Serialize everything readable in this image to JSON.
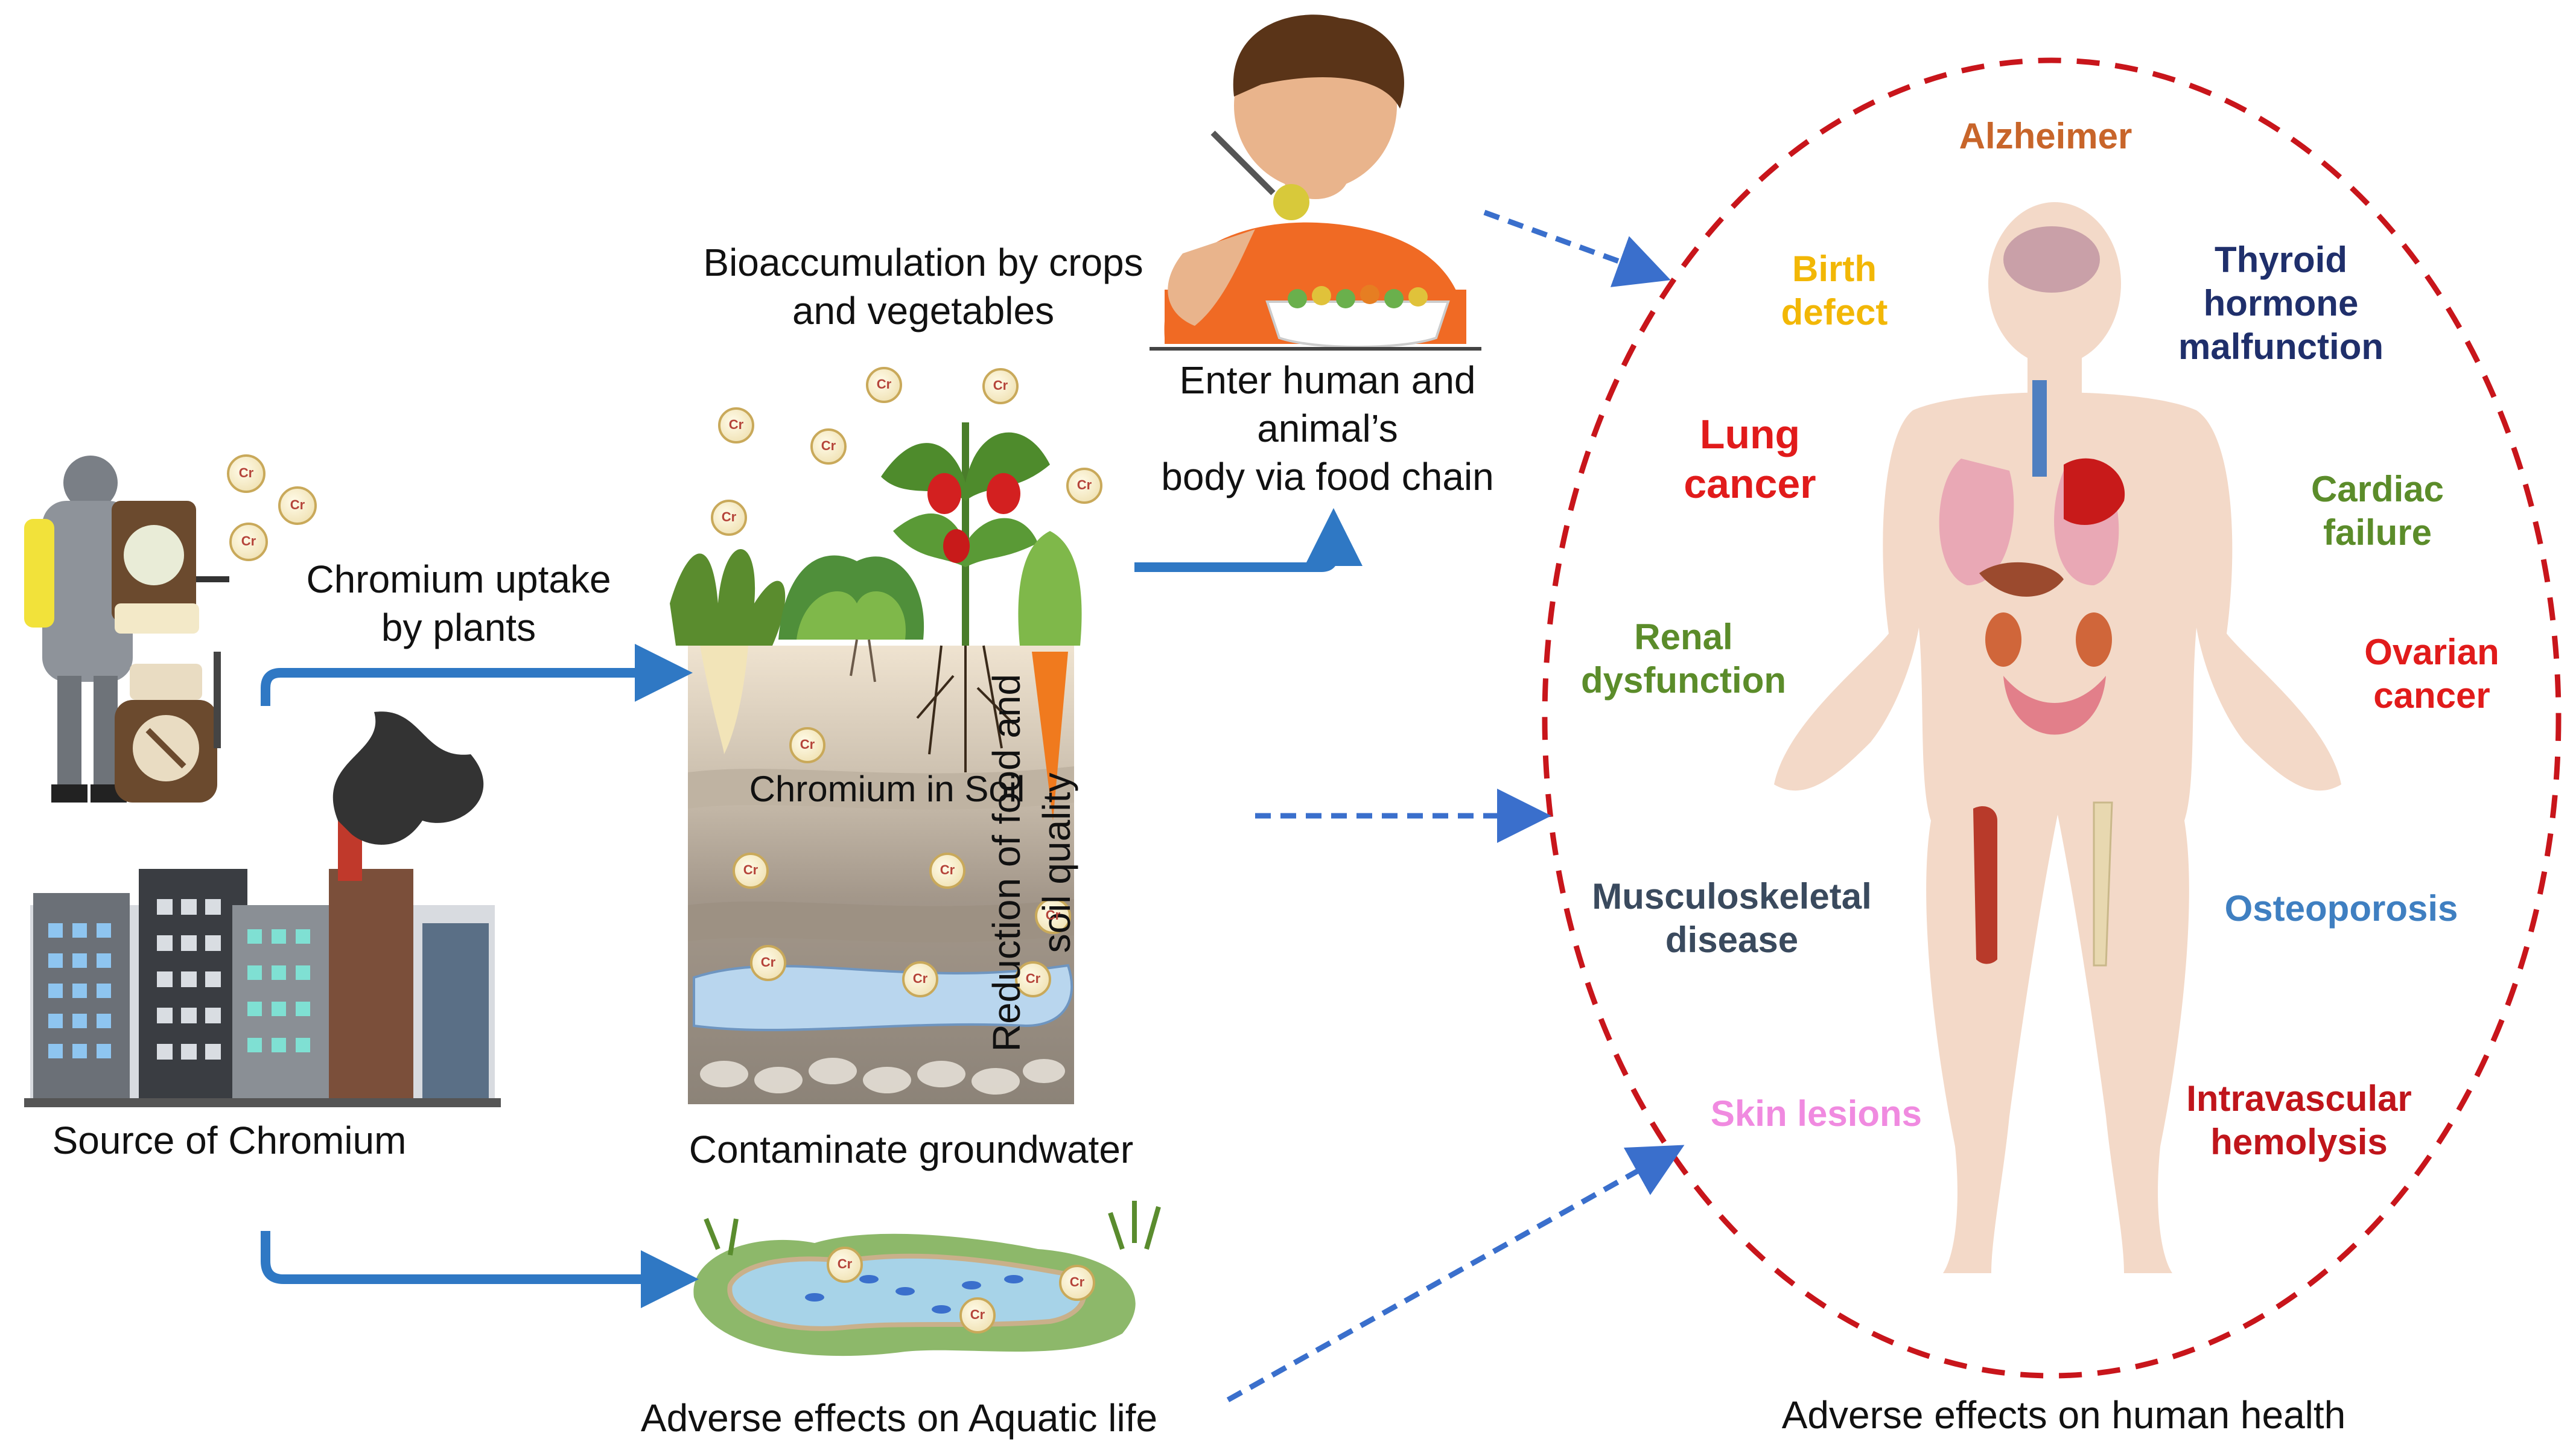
{
  "labels": {
    "bioaccumulation_line1": "Bioaccumulation by crops",
    "bioaccumulation_line2": "and vegetables",
    "enter_body_line1": "Enter human and",
    "enter_body_line2": "animal’s",
    "enter_body_line3": "body via food chain",
    "uptake_line1": "Chromium uptake",
    "uptake_line2": "by plants",
    "chromium_in_soil": "Chromium in Soil",
    "reduction_line1": "Reduction of food and",
    "reduction_line2": "soil quality",
    "source": "Source of Chromium",
    "groundwater": "Contaminate groundwater",
    "aquatic": "Adverse effects on Aquatic life",
    "human_health": "Adverse effects on human health",
    "cr_symbol": "Cr"
  },
  "diseases": {
    "alzheimer": {
      "text": [
        "Alzheimer"
      ],
      "color": "#c8652a"
    },
    "birth_defect": {
      "text": [
        "Birth",
        "defect"
      ],
      "color": "#f2b705"
    },
    "thyroid": {
      "text": [
        "Thyroid",
        "hormone",
        "malfunction"
      ],
      "color": "#1f2f6b"
    },
    "lung_cancer": {
      "text": [
        "Lung",
        "cancer"
      ],
      "color": "#e11b1b"
    },
    "cardiac": {
      "text": [
        "Cardiac",
        "failure"
      ],
      "color": "#5b8c2a"
    },
    "renal": {
      "text": [
        "Renal",
        "dysfunction"
      ],
      "color": "#5b8c2a"
    },
    "ovarian": {
      "text": [
        "Ovarian",
        "cancer"
      ],
      "color": "#e11b1b"
    },
    "musculoskeletal": {
      "text": [
        "Musculoskeletal",
        "disease"
      ],
      "color": "#3a4a5e"
    },
    "osteoporosis": {
      "text": [
        "Osteoporosis"
      ],
      "color": "#3f7fc1"
    },
    "skin": {
      "text": [
        "Skin lesions"
      ],
      "color": "#f08ae0"
    },
    "hemolysis": {
      "text": [
        "Intravascular",
        "hemolysis"
      ],
      "color": "#c0151b"
    }
  },
  "colors": {
    "arrow_solid": "#2f78c4",
    "arrow_dashed": "#3a6fcc",
    "ellipse": "#c8151b",
    "skin": "#f3d9c8",
    "soil_top": "#e8dccb",
    "soil_mid": "#a89b8a",
    "water": "#b9d6ee"
  }
}
